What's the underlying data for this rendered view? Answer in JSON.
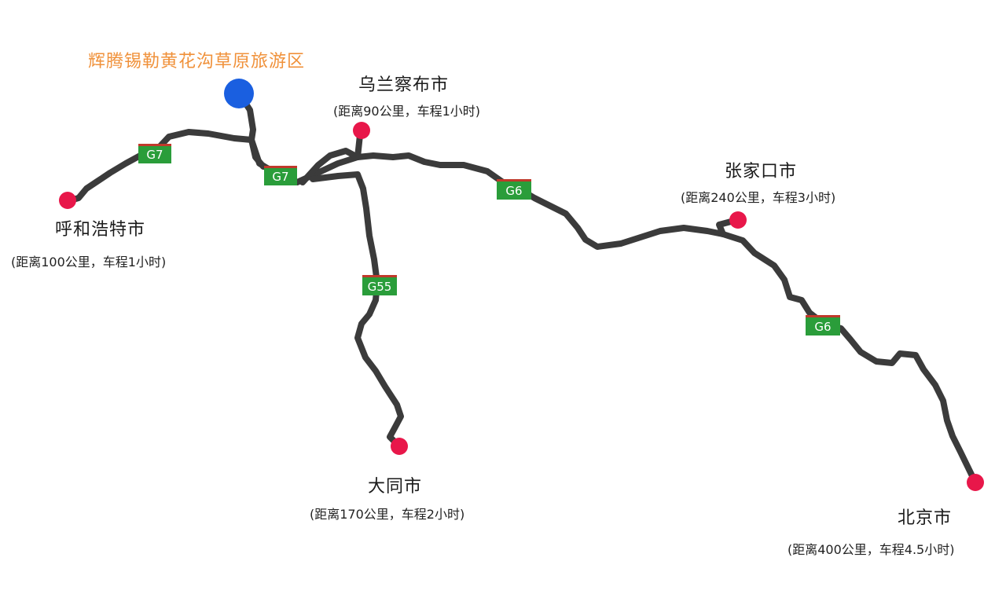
{
  "destination": {
    "name": "辉腾锡勒黄花沟草原旅游区",
    "color": "#f0913a",
    "marker_color": "#1a5fe0",
    "marker_icon": "destination-circle-icon"
  },
  "cities": [
    {
      "id": "hohhot",
      "name": "呼和浩特市",
      "distance": "(距离100公里，车程1小时)"
    },
    {
      "id": "ulanqab",
      "name": "乌兰察布市",
      "distance": "(距离90公里，车程1小时)"
    },
    {
      "id": "datong",
      "name": "大同市",
      "distance": "(距离170公里，车程2小时)"
    },
    {
      "id": "zhangjiakou",
      "name": "张家口市",
      "distance": "(距离240公里，车程3小时)"
    },
    {
      "id": "beijing",
      "name": "北京市",
      "distance": "(距离400公里，车程4.5小时)"
    }
  ],
  "city_marker_color": "#e8174a",
  "road_color": "#3b3b3b",
  "highways": [
    {
      "id": "g7-west",
      "label": "G7"
    },
    {
      "id": "g7-east",
      "label": "G7"
    },
    {
      "id": "g55",
      "label": "G55"
    },
    {
      "id": "g6-a",
      "label": "G6"
    },
    {
      "id": "g6-b",
      "label": "G6"
    }
  ],
  "highway_badge_color": "#2a9d3a",
  "highway_badge_top_color": "#c0392b"
}
